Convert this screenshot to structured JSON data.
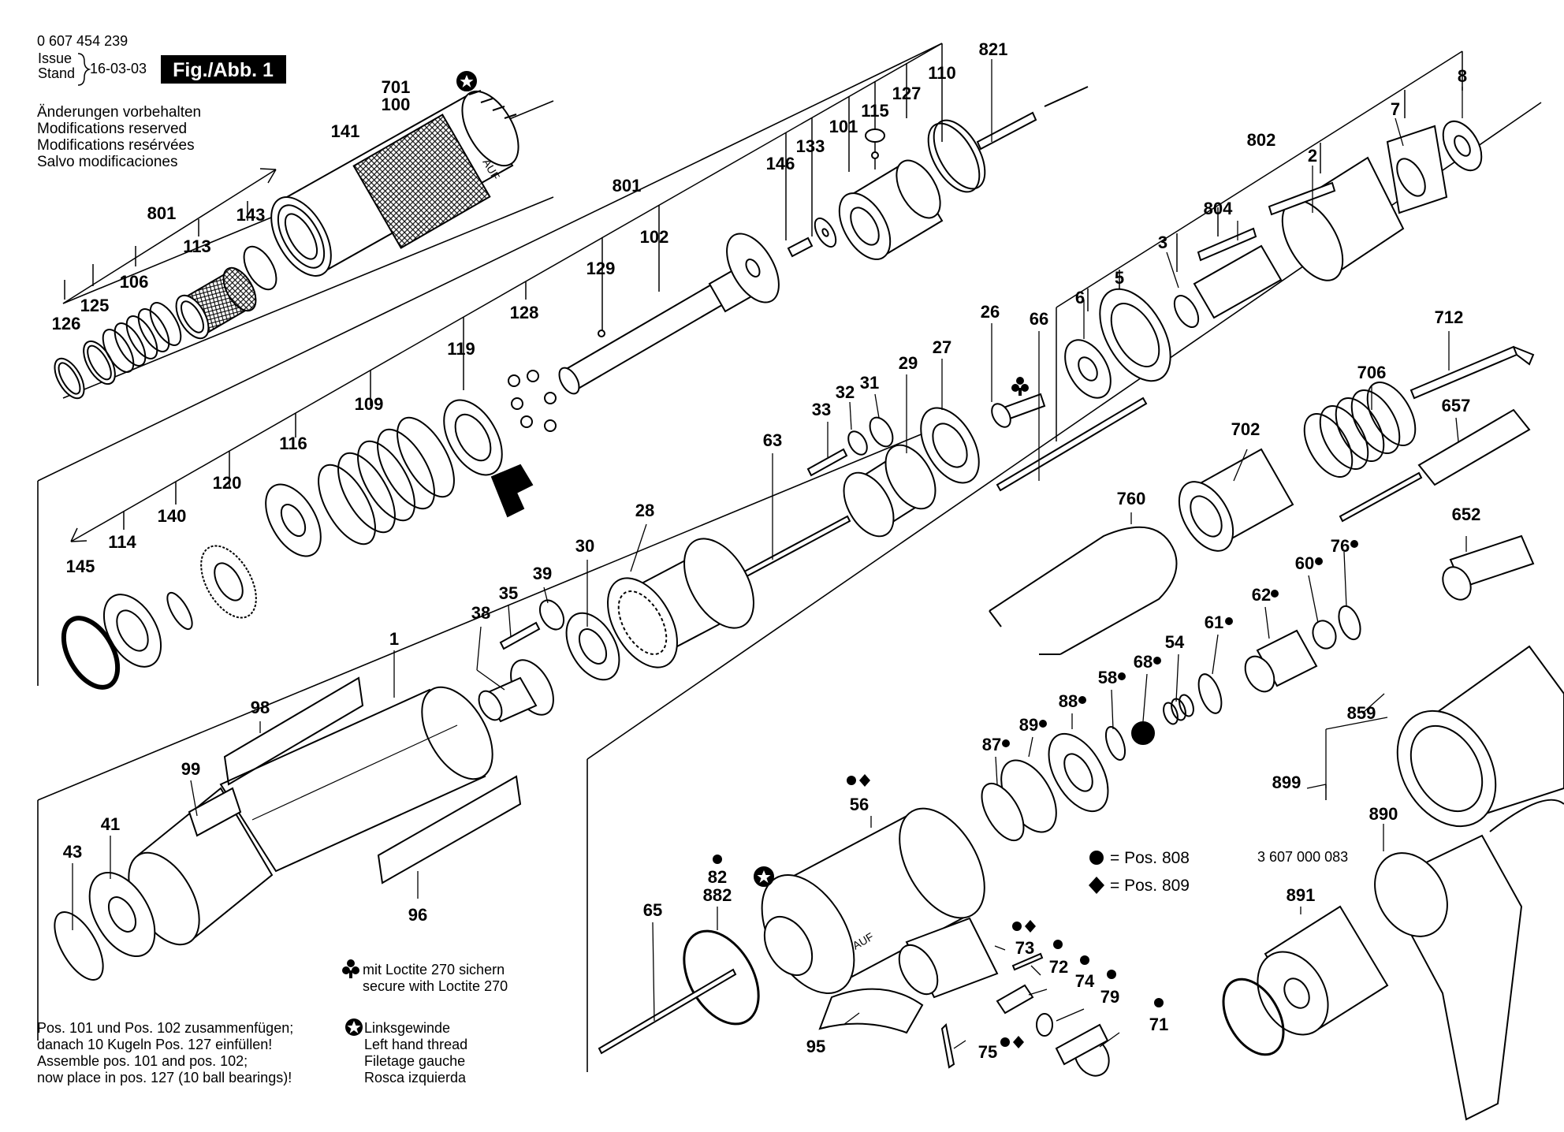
{
  "header": {
    "doc_number": "0 607 454 239",
    "issue_label": "Issue",
    "stand_label": "Stand",
    "date": "16-03-03",
    "fig_label": "Fig./Abb. 1"
  },
  "notices": [
    "Änderungen vorbehalten",
    "Modifications reserved",
    "Modifications resérvées",
    "Salvo modificaciones"
  ],
  "parts": [
    {
      "id": "p701",
      "label": "701"
    },
    {
      "id": "p100",
      "label": "100"
    },
    {
      "id": "p141",
      "label": "141"
    },
    {
      "id": "p801a",
      "label": "801"
    },
    {
      "id": "p143",
      "label": "143"
    },
    {
      "id": "p113",
      "label": "113"
    },
    {
      "id": "p106",
      "label": "106"
    },
    {
      "id": "p125",
      "label": "125"
    },
    {
      "id": "p126",
      "label": "126"
    },
    {
      "id": "p821",
      "label": "821"
    },
    {
      "id": "p110",
      "label": "110"
    },
    {
      "id": "p127",
      "label": "127"
    },
    {
      "id": "p115",
      "label": "115"
    },
    {
      "id": "p101",
      "label": "101"
    },
    {
      "id": "p133",
      "label": "133"
    },
    {
      "id": "p146",
      "label": "146"
    },
    {
      "id": "p801b",
      "label": "801"
    },
    {
      "id": "p102",
      "label": "102"
    },
    {
      "id": "p129",
      "label": "129"
    },
    {
      "id": "p128",
      "label": "128"
    },
    {
      "id": "p119",
      "label": "119"
    },
    {
      "id": "p109",
      "label": "109"
    },
    {
      "id": "p116",
      "label": "116"
    },
    {
      "id": "p120",
      "label": "120"
    },
    {
      "id": "p140",
      "label": "140"
    },
    {
      "id": "p114",
      "label": "114"
    },
    {
      "id": "p145",
      "label": "145"
    },
    {
      "id": "p8",
      "label": "8"
    },
    {
      "id": "p7",
      "label": "7"
    },
    {
      "id": "p802",
      "label": "802"
    },
    {
      "id": "p2",
      "label": "2"
    },
    {
      "id": "p804",
      "label": "804"
    },
    {
      "id": "p3",
      "label": "3"
    },
    {
      "id": "p5",
      "label": "5"
    },
    {
      "id": "p6",
      "label": "6"
    },
    {
      "id": "p66",
      "label": "66"
    },
    {
      "id": "p26",
      "label": "26"
    },
    {
      "id": "p27",
      "label": "27"
    },
    {
      "id": "p29",
      "label": "29"
    },
    {
      "id": "p31",
      "label": "31"
    },
    {
      "id": "p32",
      "label": "32"
    },
    {
      "id": "p33",
      "label": "33"
    },
    {
      "id": "p63",
      "label": "63"
    },
    {
      "id": "p28",
      "label": "28"
    },
    {
      "id": "p30",
      "label": "30"
    },
    {
      "id": "p39",
      "label": "39"
    },
    {
      "id": "p35",
      "label": "35"
    },
    {
      "id": "p38",
      "label": "38"
    },
    {
      "id": "p712",
      "label": "712"
    },
    {
      "id": "p706",
      "label": "706"
    },
    {
      "id": "p657",
      "label": "657"
    },
    {
      "id": "p702",
      "label": "702"
    },
    {
      "id": "p760",
      "label": "760"
    },
    {
      "id": "p652",
      "label": "652"
    },
    {
      "id": "p76",
      "label": "76"
    },
    {
      "id": "p60",
      "label": "60"
    },
    {
      "id": "p62",
      "label": "62"
    },
    {
      "id": "p61",
      "label": "61"
    },
    {
      "id": "p54",
      "label": "54"
    },
    {
      "id": "p68",
      "label": "68"
    },
    {
      "id": "p58",
      "label": "58"
    },
    {
      "id": "p88",
      "label": "88"
    },
    {
      "id": "p89",
      "label": "89"
    },
    {
      "id": "p87",
      "label": "87"
    },
    {
      "id": "p1",
      "label": "1"
    },
    {
      "id": "p98",
      "label": "98"
    },
    {
      "id": "p99",
      "label": "99"
    },
    {
      "id": "p41",
      "label": "41"
    },
    {
      "id": "p43",
      "label": "43"
    },
    {
      "id": "p96",
      "label": "96"
    },
    {
      "id": "p859",
      "label": "859"
    },
    {
      "id": "p899",
      "label": "899"
    },
    {
      "id": "p890",
      "label": "890"
    },
    {
      "id": "p891",
      "label": "891"
    },
    {
      "id": "p56",
      "label": "56"
    },
    {
      "id": "p82",
      "label": "82"
    },
    {
      "id": "p882",
      "label": "882"
    },
    {
      "id": "p65",
      "label": "65"
    },
    {
      "id": "p73",
      "label": "73"
    },
    {
      "id": "p72",
      "label": "72"
    },
    {
      "id": "p74",
      "label": "74"
    },
    {
      "id": "p79",
      "label": "79"
    },
    {
      "id": "p71",
      "label": "71"
    },
    {
      "id": "p75",
      "label": "75"
    },
    {
      "id": "p95",
      "label": "95"
    }
  ],
  "legend": {
    "pos808": "= Pos. 808",
    "pos809": "= Pos. 809",
    "kit_number": "3 607 000 083"
  },
  "notes": {
    "loctite_de": "mit Loctite 270 sichern",
    "loctite_en": "secure with Loctite 270",
    "assembly": [
      "Pos. 101 und Pos. 102 zusammenfügen;",
      "danach 10 Kugeln Pos. 127 einfüllen!",
      "Assemble pos. 101 and pos. 102;",
      "now place in pos. 127 (10 ball bearings)!"
    ],
    "lefthand": [
      "Linksgewinde",
      "Left hand thread",
      "Filetage gauche",
      "Rosca izquierda"
    ]
  },
  "part_markings": {
    "collar": "AUF",
    "housing": "AUF"
  }
}
